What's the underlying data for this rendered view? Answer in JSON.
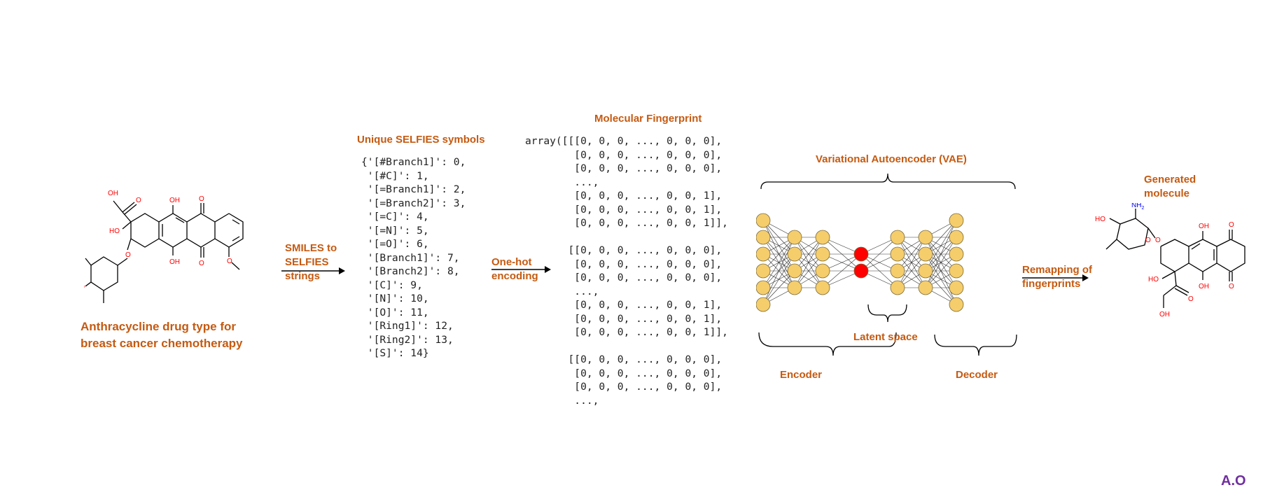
{
  "input_molecule": {
    "caption_line1": "Anthracycline drug type for",
    "caption_line2": "breast cancer chemotherapy",
    "atom_labels": {
      "oh": "OH",
      "o": "O",
      "ho": "HO",
      "nh2_n": "N",
      "nh2_h": "H",
      "nh2_sub": "2"
    }
  },
  "step1": {
    "line1": "SMILES to",
    "line2": "SELFIES",
    "line3": "strings"
  },
  "selfies": {
    "title": "Unique SELFIES symbols",
    "lines": [
      "{'[#Branch1]': 0,",
      " '[#C]': 1,",
      " '[=Branch1]': 2,",
      " '[=Branch2]': 3,",
      " '[=C]': 4,",
      " '[=N]': 5,",
      " '[=O]': 6,",
      " '[Branch1]': 7,",
      " '[Branch2]': 8,",
      " '[C]': 9,",
      " '[N]': 10,",
      " '[O]': 11,",
      " '[Ring1]': 12,",
      " '[Ring2]': 13,",
      " '[S]': 14}"
    ]
  },
  "step2": {
    "line1": "One-hot",
    "line2": "encoding"
  },
  "fingerprint": {
    "title": "Molecular Fingerprint",
    "lines": [
      "array([[[0, 0, 0, ..., 0, 0, 0],",
      "        [0, 0, 0, ..., 0, 0, 0],",
      "        [0, 0, 0, ..., 0, 0, 0],",
      "        ...,",
      "        [0, 0, 0, ..., 0, 0, 1],",
      "        [0, 0, 0, ..., 0, 0, 1],",
      "        [0, 0, 0, ..., 0, 0, 1]],",
      "",
      "       [[0, 0, 0, ..., 0, 0, 0],",
      "        [0, 0, 0, ..., 0, 0, 0],",
      "        [0, 0, 0, ..., 0, 0, 0],",
      "        ...,",
      "        [0, 0, 0, ..., 0, 0, 1],",
      "        [0, 0, 0, ..., 0, 0, 1],",
      "        [0, 0, 0, ..., 0, 0, 1]],",
      "",
      "       [[0, 0, 0, ..., 0, 0, 0],",
      "        [0, 0, 0, ..., 0, 0, 0],",
      "        [0, 0, 0, ..., 0, 0, 0],",
      "        ...,"
    ]
  },
  "vae": {
    "title": "Variational Autoencoder (VAE)",
    "encoder_label": "Encoder",
    "latent_label": "Latent space",
    "decoder_label": "Decoder",
    "layer_sizes": [
      6,
      4,
      4,
      2,
      4,
      4,
      6
    ],
    "neuron_color": "#F5CD6B",
    "latent_color": "#FF0000"
  },
  "step3": {
    "line1": "Remapping of",
    "line2": "fingerprints"
  },
  "output_molecule": {
    "title_line1": "Generated",
    "title_line2": "molecule"
  },
  "signature": "A.O",
  "colors": {
    "accent": "#C55A11",
    "oxygen": "#FF0000",
    "nitrogen": "#0000FF",
    "signature": "#7030A0"
  }
}
